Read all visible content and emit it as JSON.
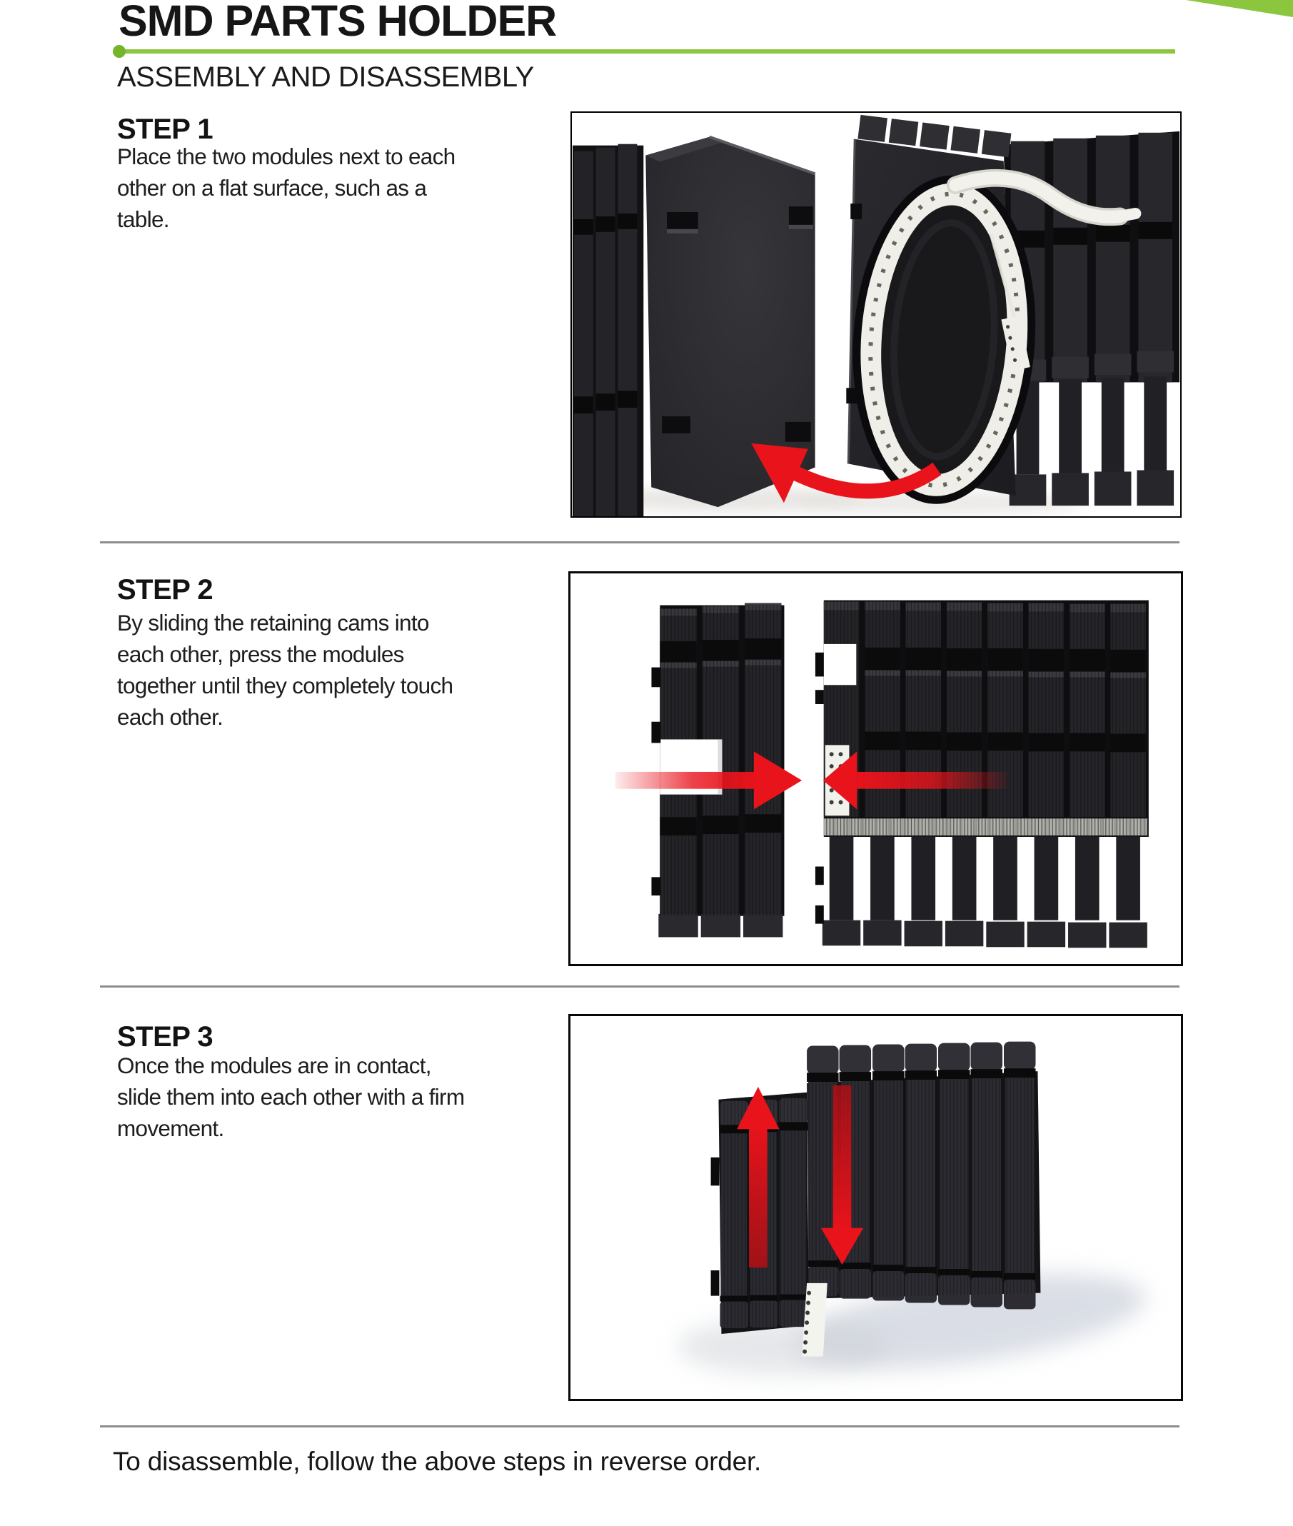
{
  "page": {
    "title": "SMD PARTS HOLDER",
    "subtitle": "ASSEMBLY AND DISASSEMBLY",
    "footer_note": "To disassemble, follow the above steps in reverse order."
  },
  "steps": [
    {
      "heading": "STEP 1",
      "body": "Place the two modules next to each\nother on a flat surface, such as a\ntable."
    },
    {
      "heading": "STEP 2",
      "body": "By sliding the retaining cams into\neach other, press the modules\ntogether until they completely touch\neach other."
    },
    {
      "heading": "STEP 3",
      "body": "Once the modules are in contact,\nslide them into each other with a firm\nmovement."
    }
  ],
  "colors": {
    "accent_green": "#8CC63F",
    "accent_green_dark": "#75B52B",
    "arrow_red": "#E8131B",
    "divider_gray": "#8D8D8D",
    "text_black": "#161616"
  }
}
